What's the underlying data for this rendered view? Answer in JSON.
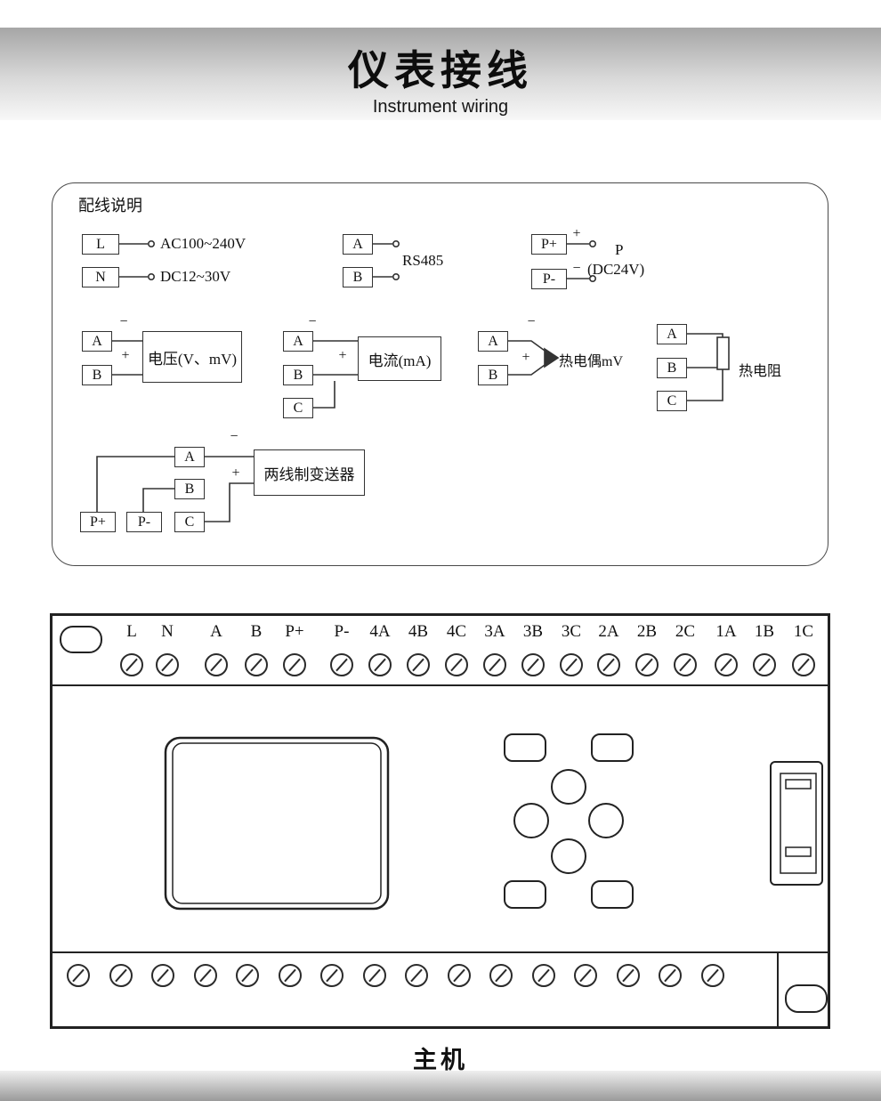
{
  "header": {
    "title": "仪表接线",
    "subtitle": "Instrument wiring"
  },
  "colors": {
    "band_gray": "#a6a6a6",
    "line": "#333333",
    "device_line": "#222222"
  },
  "panel": {
    "title": "配线说明",
    "power": {
      "t1": "L",
      "t2": "N",
      "line1": "AC100~240V",
      "line2": "DC12~30V"
    },
    "rs485": {
      "t1": "A",
      "t2": "B",
      "label": "RS485"
    },
    "dc24": {
      "t1": "P+",
      "t2": "P-",
      "plus": "+",
      "minus": "−",
      "name": "P",
      "spec": "(DC24V)"
    },
    "voltage": {
      "t1": "A",
      "t2": "B",
      "minus": "−",
      "plus": "+",
      "label": "电压(V、mV)"
    },
    "current": {
      "t1": "A",
      "t2": "B",
      "t3": "C",
      "minus": "−",
      "plus": "+",
      "label": "电流(mA)"
    },
    "tc": {
      "t1": "A",
      "t2": "B",
      "minus": "−",
      "plus": "+",
      "label": "热电偶mV"
    },
    "rtd": {
      "t1": "A",
      "t2": "B",
      "t3": "C",
      "label": "热电阻"
    },
    "tx": {
      "t1": "A",
      "t2": "B",
      "t3": "C",
      "t4": "P+",
      "t5": "P-",
      "minus": "−",
      "plus": "+",
      "label": "两线制变送器"
    }
  },
  "device": {
    "terminals": [
      "L",
      "N",
      "A",
      "B",
      "P+",
      "P-",
      "4A",
      "4B",
      "4C",
      "3A",
      "3B",
      "3C",
      "2A",
      "2B",
      "2C",
      "1A",
      "1B",
      "1C"
    ],
    "caption": "主机"
  }
}
